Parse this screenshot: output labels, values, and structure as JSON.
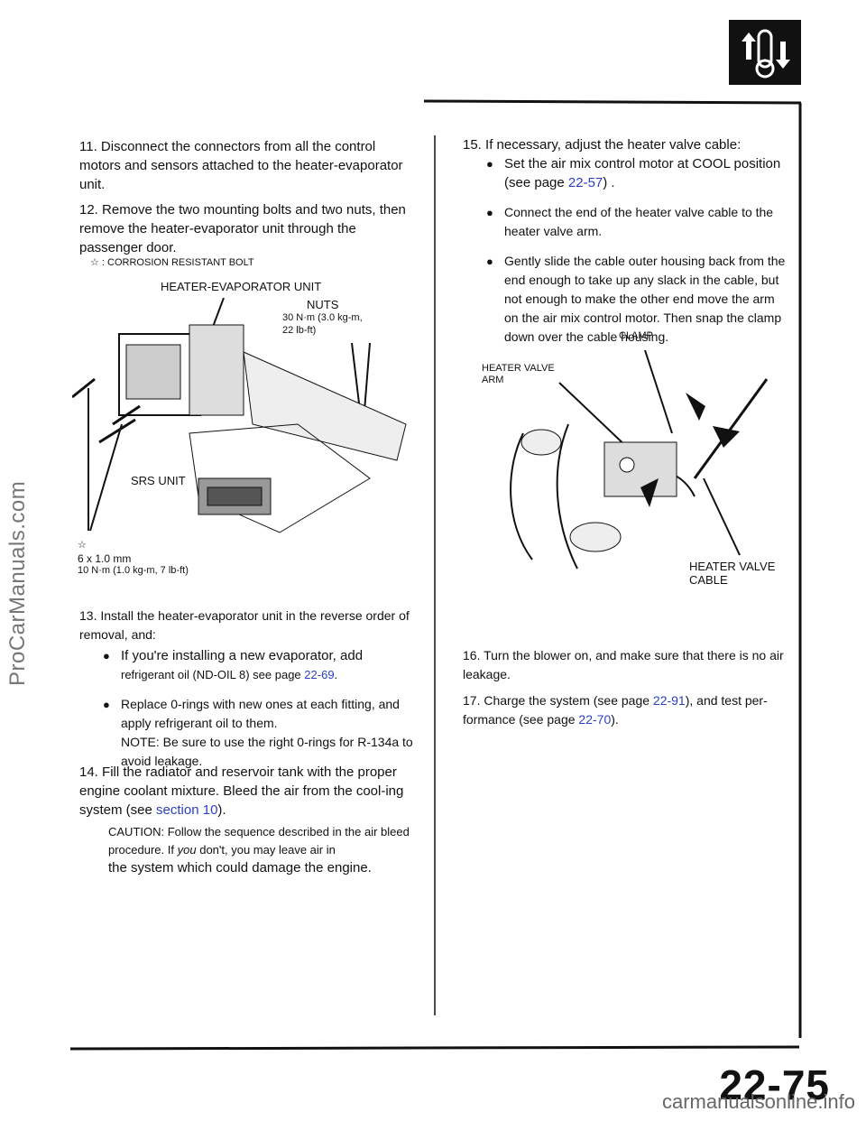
{
  "watermark_side": "ProCarManuals.com",
  "watermark_bottom": "carmanualsonline.info",
  "page_number": "22-75",
  "icon": "heater-ac-system-icon",
  "left": {
    "step11": {
      "num": "11.",
      "text": "Disconnect the connectors from all the control motors and sensors attached to the heater-evaporator unit."
    },
    "step12": {
      "num": "12.",
      "text": "Remove the two mounting bolts and two nuts, then remove the heater-evaporator unit through the passenger door."
    },
    "figure": {
      "legend_star": "☆ :",
      "legend_text": "CORROSION RESISTANT BOLT",
      "unit_label": "HEATER-EVAPORATOR UNIT",
      "nuts_label": "NUTS",
      "nuts_torque_1": "30 N·m (3.0 kg-m,",
      "nuts_torque_2": "22 lb-ft)",
      "srs_label": "SRS UNIT",
      "bolt_star": "☆",
      "bolt_size": "6 x 1.0 mm",
      "bolt_torque": "10 N·m (1.0 kg-m, 7 lb-ft)"
    },
    "step13": {
      "num": "13.",
      "text": "Install the heater-evaporator unit in the reverse order of removal, and:",
      "b1_text": "If you're installing a new evaporator, add",
      "b1_text2": "refrigerant oil (ND-OIL 8) see page",
      "b1_link": "22-69",
      "b1_end": ".",
      "b2_text": "Replace 0-rings with new ones at each fitting, and apply refrigerant oil to them.",
      "b2_note": "NOTE: Be sure to use the right 0-rings for R-134a to avoid leakage."
    },
    "step14": {
      "num": "14.",
      "text1": "Fill the radiator and reservoir tank with the proper engine coolant mixture. Bleed the air from the cool-ing system (see",
      "link": "section 10",
      "text2": ")."
    },
    "caution": {
      "p1": "CAUTION:  Follow the sequence described in the air bleed procedure. If",
      "italic": "you",
      "p2": "don't, you may leave air in",
      "p3": "the system which could damage the engine."
    }
  },
  "right": {
    "step15": {
      "num": "15.",
      "text": "If necessary, adjust the heater valve cable:",
      "b1_text": "Set the air mix control motor at COOL position (see page",
      "b1_link": "22-57",
      "b1_end": ") .",
      "b2_text": "Connect the end of the heater valve cable to the heater valve arm.",
      "b3_text": "Gently slide the cable outer housing back from the end enough to take up any slack in the cable, but not enough to make the other end move the arm on the air mix control motor. Then snap the clamp down over the cable housing."
    },
    "figure": {
      "clamp": "CLAMP",
      "arm_1": "HEATER VALVE",
      "arm_2": "ARM",
      "cable_1": "HEATER VALVE",
      "cable_2": "CABLE"
    },
    "step16": {
      "num": "16.",
      "text": "Turn the blower on, and make sure that there is no air leakage."
    },
    "step17": {
      "num": "17.",
      "text1": "Charge the system (see page",
      "link1": "22-91",
      "text2": "), and test per-formance (see page",
      "link2": "22-70",
      "text3": ")."
    }
  }
}
